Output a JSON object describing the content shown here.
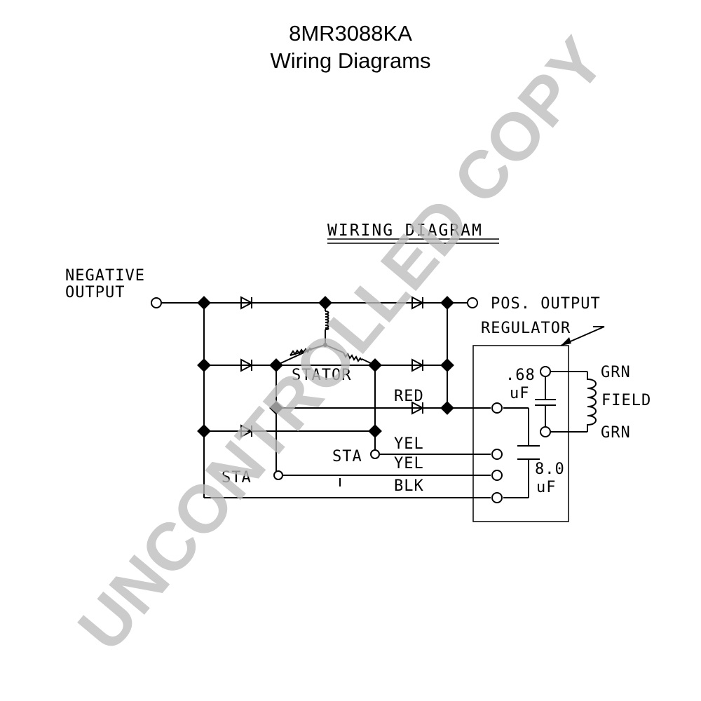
{
  "header": {
    "part_number": "8MR3088KA",
    "subtitle": "Wiring Diagrams"
  },
  "diagram": {
    "heading": "WIRING DIAGRAM",
    "labels": {
      "negative": "NEGATIVE",
      "output": "OUTPUT",
      "pos_output": "POS. OUTPUT",
      "regulator": "REGULATOR",
      "stator": "STATOR",
      "red": "RED",
      "yel_1": "YEL",
      "yel_2": "YEL",
      "blk": "BLK",
      "sta_1": "STA",
      "sta_2": "STA",
      "cap_small_value": ".68",
      "cap_small_unit": "uF",
      "cap_large_value": "8.0",
      "cap_large_unit": "uF",
      "grn_top": "GRN",
      "grn_bottom": "GRN",
      "field": "FIELD"
    }
  },
  "watermark": {
    "text": "UNCONTROLLED COPY",
    "color": "#bdbdbd"
  }
}
